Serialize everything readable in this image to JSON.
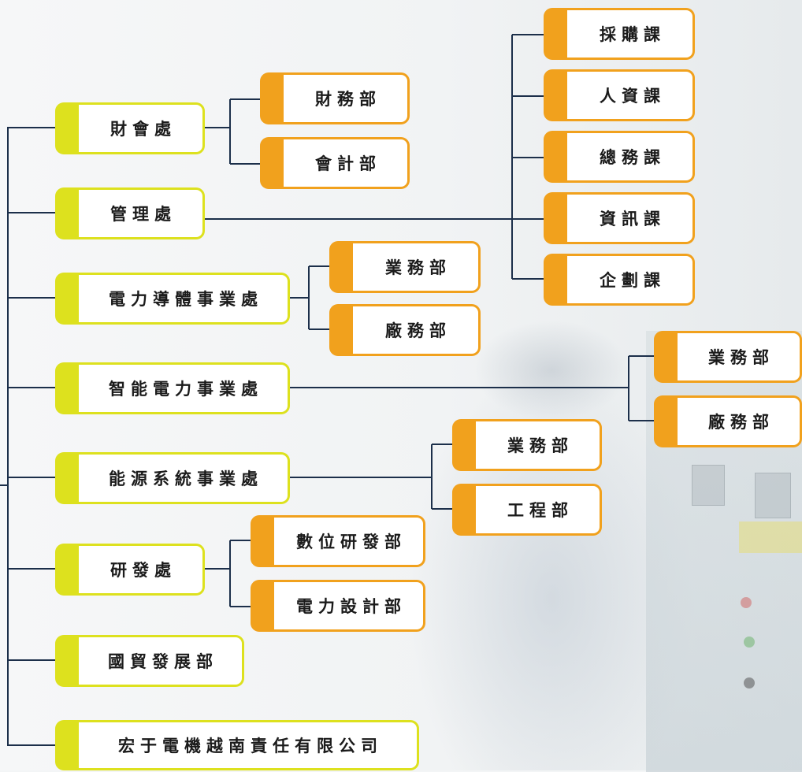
{
  "divisions": {
    "finance": {
      "label": "財會處"
    },
    "management": {
      "label": "管理處"
    },
    "power_semi": {
      "label": "電力導體事業處"
    },
    "smart_power": {
      "label": "智能電力事業處"
    },
    "energy_systems": {
      "label": "能源系統事業處"
    },
    "rnd": {
      "label": "研發處"
    },
    "intl_trade": {
      "label": "國貿發展部"
    },
    "vietnam": {
      "label": "宏于電機越南責任有限公司"
    }
  },
  "departments": {
    "finance_dept": {
      "label": "財務部"
    },
    "accounting_dept": {
      "label": "會計部"
    },
    "procurement": {
      "label": "採購課"
    },
    "hr": {
      "label": "人資課"
    },
    "general_affairs": {
      "label": "總務課"
    },
    "it": {
      "label": "資訊課"
    },
    "planning": {
      "label": "企劃課"
    },
    "ps_sales": {
      "label": "業務部"
    },
    "ps_factory": {
      "label": "廠務部"
    },
    "sp_sales": {
      "label": "業務部"
    },
    "sp_factory": {
      "label": "廠務部"
    },
    "es_sales": {
      "label": "業務部"
    },
    "es_engineering": {
      "label": "工程部"
    },
    "rnd_digital": {
      "label": "數位研發部"
    },
    "rnd_power_design": {
      "label": "電力設計部"
    }
  },
  "colors": {
    "division_accent": "#dde11e",
    "department_accent": "#f1a11d",
    "connector": "#1c2f4a",
    "text": "#1b1b1b"
  }
}
